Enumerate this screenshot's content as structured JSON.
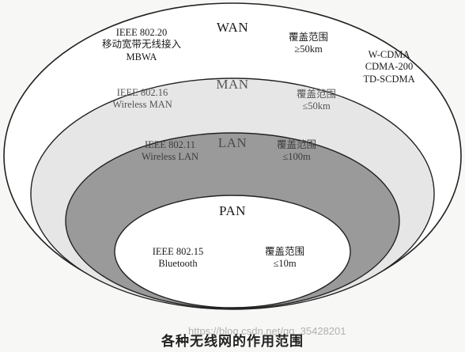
{
  "colors": {
    "wan_fill": "#ffffff",
    "man_fill": "#e6e6e6",
    "lan_fill": "#9a9a9a",
    "pan_fill": "#ffffff",
    "stroke": "#222222"
  },
  "wan": {
    "name": "WAN",
    "standard": "IEEE 802.20\n移动宽带无线接入\nMBWA",
    "coverage": "覆盖范围\n≥50km",
    "techs": "W-CDMA\nCDMA-200\nTD-SCDMA"
  },
  "man": {
    "name": "MAN",
    "standard": "IEEE 802.16\nWireless MAN",
    "coverage": "覆盖范围\n≤50km"
  },
  "lan": {
    "name": "LAN",
    "standard": "IEEE 802.11\nWireless LAN",
    "coverage": "覆盖范围\n≤100m"
  },
  "pan": {
    "name": "PAN",
    "standard": "IEEE 802.15\nBluetooth",
    "coverage": "覆盖范围\n≤10m"
  },
  "caption": "各种无线网的作用范围",
  "watermark": "https://blog.csdn.net/qq_35428201"
}
